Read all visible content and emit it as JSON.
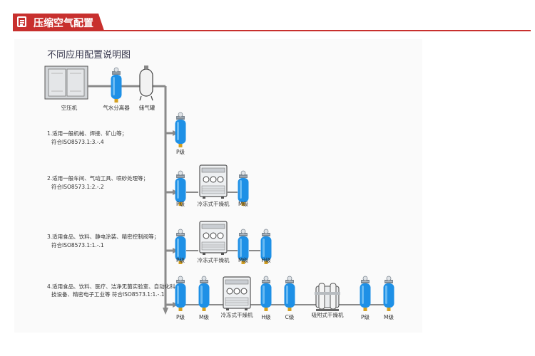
{
  "header": {
    "title": "压缩空气配置"
  },
  "diagram": {
    "title": "不同应用配置说明图",
    "top_labels": {
      "compressor": "空压机",
      "separator": "气水分离器",
      "tank": "储气罐"
    },
    "configs": [
      {
        "desc1": "1.适用一般机械、焊接、矿山等；",
        "desc2": "符合ISO8573.1:3.-.4",
        "labels": [
          "P级"
        ]
      },
      {
        "desc1": "2.适用一般车间、气动工具、喷砂处理等；",
        "desc2": "符合ISO8573.1:2.-.2",
        "labels": [
          "P级",
          "冷冻式干燥机",
          "M级"
        ]
      },
      {
        "desc1": "3.适用食品、饮料、静电涂装、精密控制阀等；",
        "desc2": "符合ISO8573.1:1.-.1",
        "labels": [
          "P级",
          "冷冻式干燥机",
          "M级",
          "H级"
        ]
      },
      {
        "desc1": "4.适用食品、饮料、医疗、洁净无菌实验室、自动化科",
        "desc2": "技设备、精密电子工业等 符合ISO8573.1:1.-.1",
        "labels": [
          "P级",
          "M级",
          "冷冻式干燥机",
          "H级",
          "C级",
          "吸附式干燥机",
          "P级",
          "M级"
        ]
      }
    ]
  },
  "colors": {
    "accent": "#c8302e",
    "filter_blue": "#1e90e6",
    "pipe": "#8a8a8a"
  }
}
